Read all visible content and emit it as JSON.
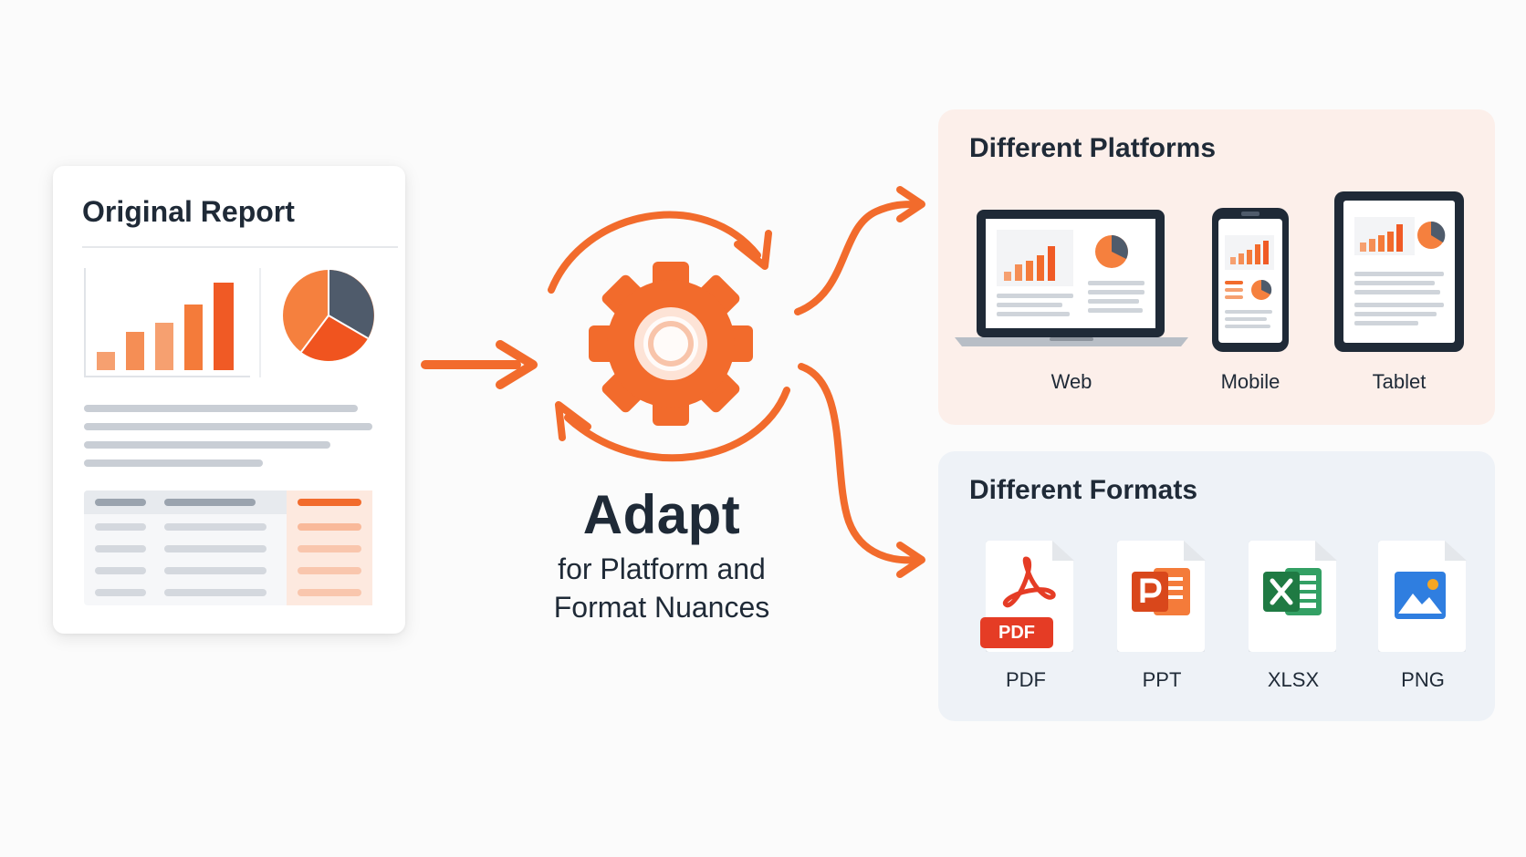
{
  "report": {
    "title": "Original Report"
  },
  "center": {
    "title": "Adapt",
    "subtitle_line1": "for Platform and",
    "subtitle_line2": "Format Nuances"
  },
  "platforms": {
    "title": "Different Platforms",
    "items": [
      {
        "label": "Web"
      },
      {
        "label": "Mobile"
      },
      {
        "label": "Tablet"
      }
    ]
  },
  "formats": {
    "title": "Different Formats",
    "items": [
      {
        "label": "PDF",
        "badge": "PDF"
      },
      {
        "label": "PPT"
      },
      {
        "label": "XLSX"
      },
      {
        "label": "PNG"
      }
    ]
  },
  "colors": {
    "accent": "#f26b2c",
    "dark": "#1f2a37",
    "slate": "#4f5b6b",
    "platforms_bg": "#fcefea",
    "formats_bg": "#eef2f7",
    "excel_green": "#1f7a43",
    "png_blue": "#2f7ee0",
    "pdf_red": "#e53c25"
  },
  "icons": [
    "gear-icon",
    "cycle-arrows-icon",
    "arrow-right-icon",
    "laptop-icon",
    "phone-icon",
    "tablet-icon",
    "pdf-file-icon",
    "ppt-file-icon",
    "xlsx-file-icon",
    "png-file-icon"
  ]
}
